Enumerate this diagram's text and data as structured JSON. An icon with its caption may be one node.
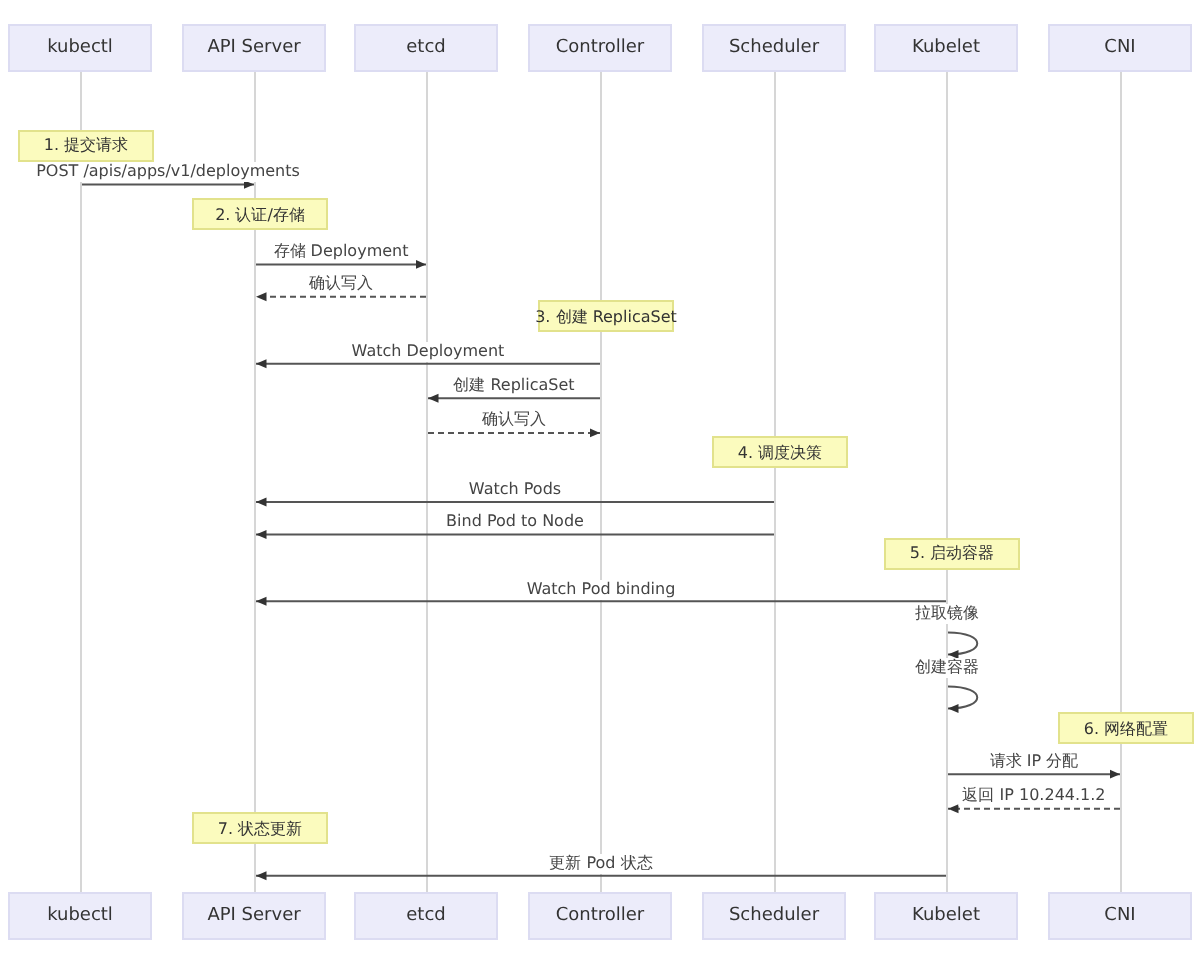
{
  "diagram": {
    "nodes": [
      {
        "text": [
          "kubectl"
        ]
      },
      {
        "text": [
          "API Server"
        ]
      },
      {
        "text": [
          "etcd"
        ]
      },
      {
        "text": [
          "Controller"
        ]
      },
      {
        "text": [
          "Scheduler"
        ]
      },
      {
        "text": [
          "Kubelet"
        ]
      },
      {
        "text": [
          "CNI"
        ]
      },
      {
        "text": [],
        "shape": "line"
      },
      {
        "text": [],
        "shape": "line"
      },
      {
        "text": [],
        "shape": "line"
      },
      {
        "text": [],
        "shape": "line"
      },
      {
        "text": [],
        "shape": "line"
      },
      {
        "text": [],
        "shape": "line"
      },
      {
        "text": [],
        "shape": "line"
      },
      {
        "text": [
          "1. 提交请求"
        ]
      },
      {
        "text": [
          "2. 认证/存储"
        ]
      },
      {
        "text": [
          "3. 创建 ReplicaSet"
        ]
      },
      {
        "text": [
          "4. 调度决策"
        ]
      },
      {
        "text": [
          "5. 启动容器"
        ]
      },
      {
        "text": [
          "6. 网络配置"
        ]
      },
      {
        "text": [
          "7. 状态更新"
        ]
      },
      {
        "text": [
          "kubectl"
        ]
      },
      {
        "text": [
          "API Server"
        ]
      },
      {
        "text": [
          "etcd"
        ]
      },
      {
        "text": [
          "Controller"
        ]
      },
      {
        "text": [
          "Scheduler"
        ]
      },
      {
        "text": [
          "Kubelet"
        ]
      },
      {
        "text": [
          "CNI"
        ]
      }
    ],
    "edges": [
      {
        "from": 7,
        "to": 8,
        "arrow": "to",
        "label": "POST /apis/apps/v1/deployments"
      },
      {
        "from": 8,
        "to": 9,
        "arrow": "to",
        "label": "存储 Deployment"
      },
      {
        "from": 9,
        "to": 8,
        "arrow": "to",
        "label": "确认写入",
        "style": "dashed"
      },
      {
        "from": 10,
        "to": 8,
        "arrow": "to",
        "label": "Watch Deployment"
      },
      {
        "from": 10,
        "to": 9,
        "arrow": "to",
        "label": "创建 ReplicaSet"
      },
      {
        "from": 9,
        "to": 10,
        "arrow": "to",
        "label": "确认写入",
        "style": "dashed"
      },
      {
        "from": 11,
        "to": 8,
        "arrow": "to",
        "label": "Watch Pods"
      },
      {
        "from": 11,
        "to": 8,
        "arrow": "to",
        "label": "Bind Pod to Node"
      },
      {
        "from": 12,
        "to": 8,
        "arrow": "to",
        "label": "Watch Pod binding"
      },
      {
        "from": 12,
        "to": 12,
        "arrow": "to",
        "label": "拉取镜像"
      },
      {
        "from": 12,
        "to": 12,
        "arrow": "to",
        "label": "创建容器"
      },
      {
        "from": 12,
        "to": 13,
        "arrow": "to",
        "label": "请求 IP 分配"
      },
      {
        "from": 13,
        "to": 12,
        "arrow": "to",
        "label": "返回 IP 10.244.1.2",
        "style": "dashed"
      },
      {
        "from": 12,
        "to": 8,
        "arrow": "to",
        "label": "更新 Pod 状态"
      }
    ]
  }
}
